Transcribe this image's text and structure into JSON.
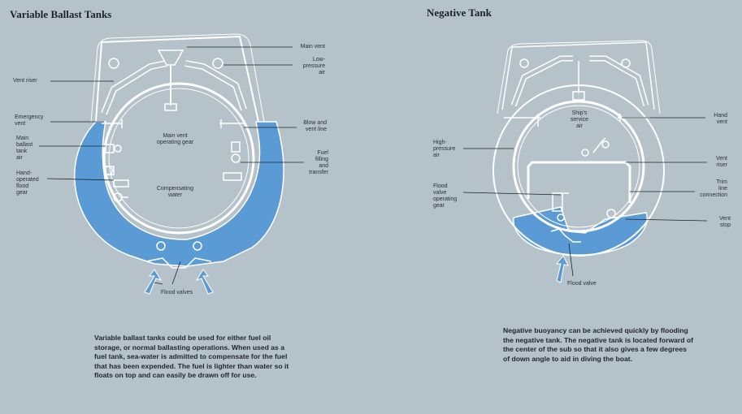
{
  "left": {
    "title": "Variable Ballast Tanks",
    "labels": {
      "main_vent": "Main vent",
      "low_pressure_air": "Low-\npressure\nair",
      "vent_riser": "Vent riser",
      "emergency_vent": "Emergency\nvent",
      "blow_and_vent_line": "Blow and\nvent line",
      "main_ballast_tank_air": "Main\nballast\ntank\nair",
      "main_vent_operating_gear": "Main vent\noperating gear",
      "fuel_filling_transfer": "Fuel\nfilling\nand\ntransfer",
      "hand_operated_flood_gear": "Hand-\noperated\nflood\ngear",
      "compensating_water": "Compensating\nwater",
      "flood_valves": "Flood valves"
    },
    "description": "Variable ballast tanks could be used for either fuel oil storage, or normal ballasting operations. When used as a fuel tank, sea-water is admitted to compensate for the fuel that has been expended. The fuel is lighter than water so it floats on top and can easily be drawn off for use."
  },
  "right": {
    "title": "Negative Tank",
    "labels": {
      "ships_service_air": "Ship's\nservice\nair",
      "hand_vent": "Hand\nvent",
      "high_pressure_air": "High-\npressure\nair",
      "vent_riser": "Vent\nriser",
      "trim_line_connection": "Trim\nline\nconnection",
      "flood_valve_operating_gear": "Flood\nvalve\noperating\ngear",
      "vent_stop": "Vent\nstop",
      "flood_valve": "Flood valve"
    },
    "description": "Negative buoyancy can be achieved quickly by flooding the negative tank. The negative tank is located forward of the center of the sub so that it also gives a few degrees of down angle to aid in diving the boat."
  },
  "colors": {
    "background": "#b6c2c9",
    "water": "#5b9bd5",
    "line": "#ffffff",
    "ink": "#1c2228"
  }
}
